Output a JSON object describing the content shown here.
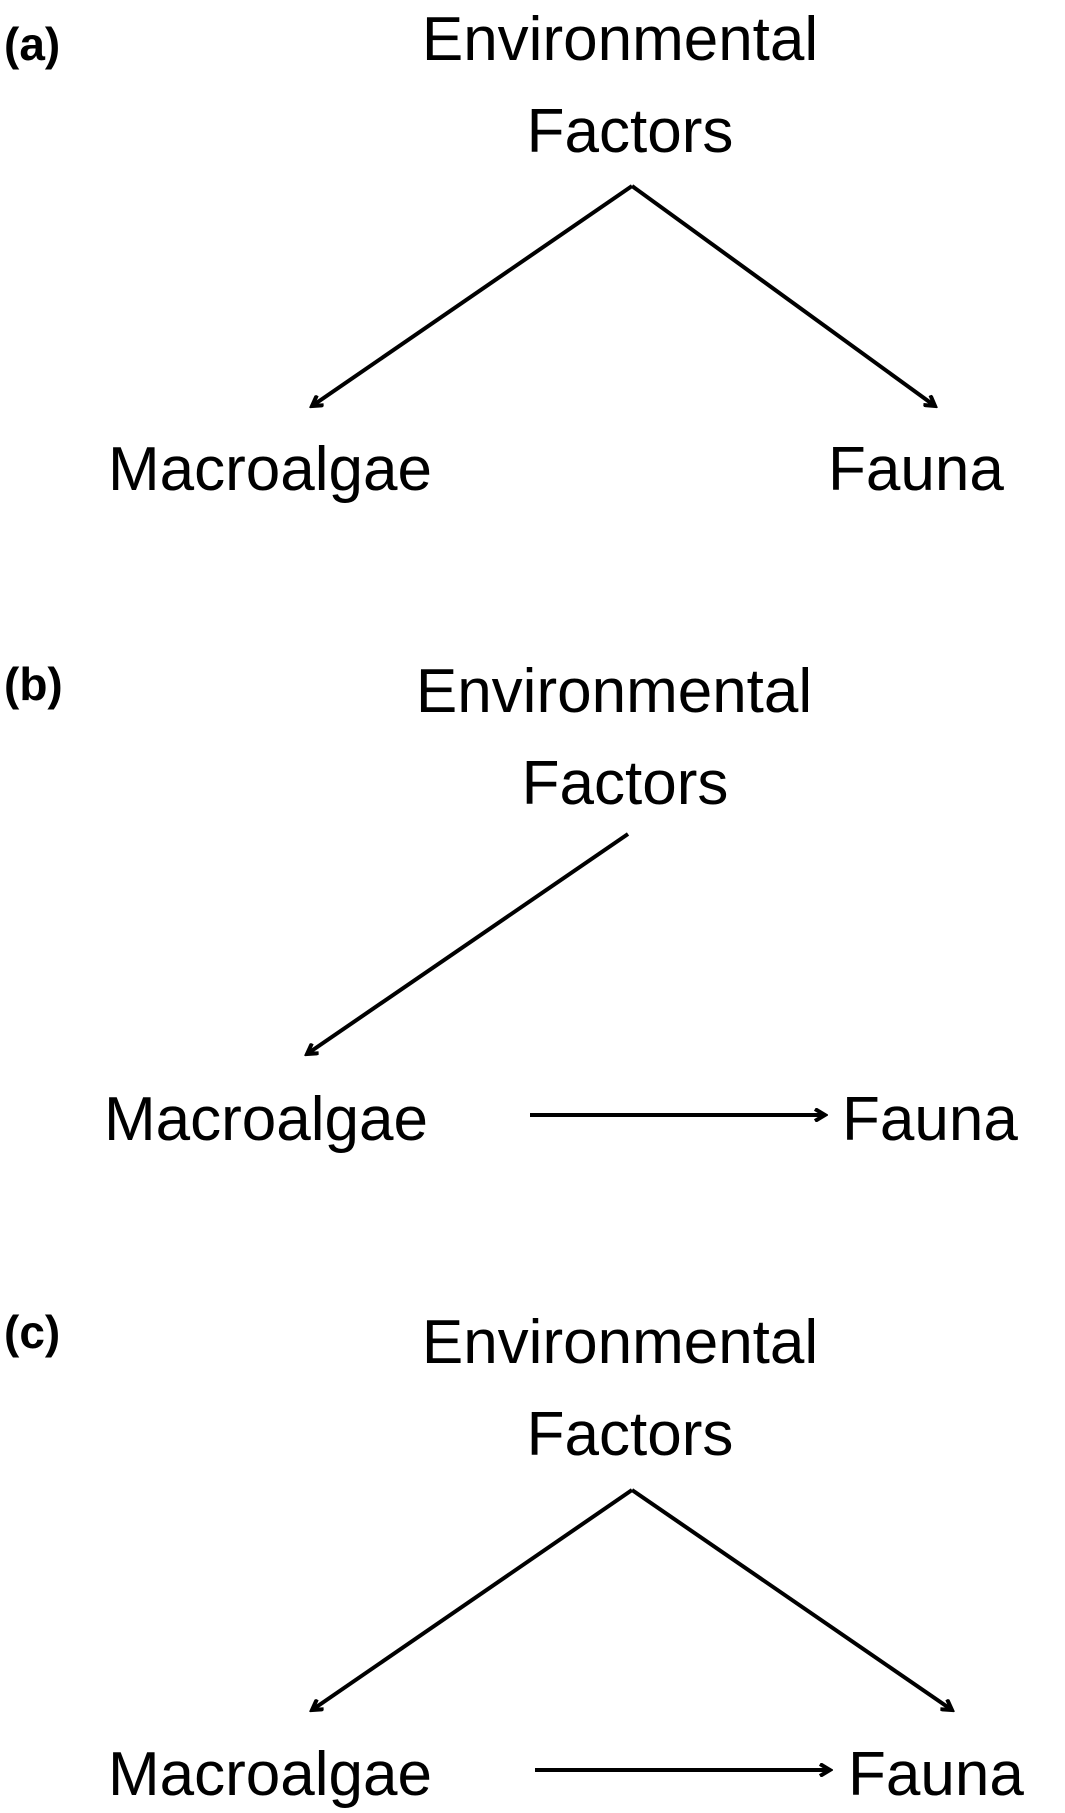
{
  "panels": [
    {
      "label": "(a)",
      "factors_line1": "Environmental",
      "factors_line2": "Factors",
      "macroalgae": "Macroalgae",
      "fauna": "Fauna",
      "edges": [
        "factors-to-macroalgae",
        "factors-to-fauna"
      ]
    },
    {
      "label": "(b)",
      "factors_line1": "Environmental",
      "factors_line2": "Factors",
      "macroalgae": "Macroalgae",
      "fauna": "Fauna",
      "edges": [
        "factors-to-macroalgae",
        "macroalgae-to-fauna"
      ]
    },
    {
      "label": "(c)",
      "factors_line1": "Environmental",
      "factors_line2": "Factors",
      "macroalgae": "Macroalgae",
      "fauna": "Fauna",
      "edges": [
        "factors-to-macroalgae",
        "factors-to-fauna",
        "macroalgae-to-fauna"
      ]
    }
  ]
}
